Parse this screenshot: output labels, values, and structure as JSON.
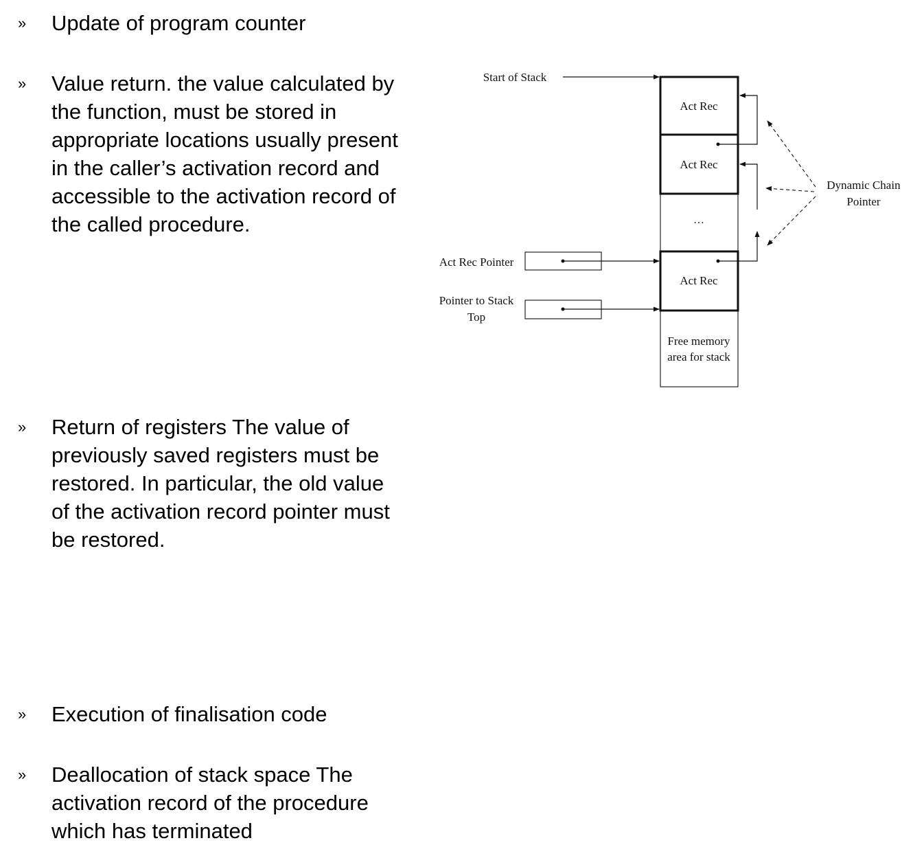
{
  "bullets": [
    {
      "marker": "»",
      "lines": [
        "Update of program counter"
      ]
    },
    {
      "marker": "»",
      "lines": [
        "Value return. the value calculated by",
        "the function, must be stored in",
        "appropriate locations usually present",
        "in the caller’s activation record and",
        "accessible to the activation record of",
        "the called procedure."
      ]
    },
    {
      "marker": "»",
      "lines": [
        "Return of registers The value of",
        "previously saved registers must be",
        "restored. In particular, the old value",
        "of the activation record pointer must",
        "be restored."
      ]
    },
    {
      "marker": "»",
      "lines": [
        "Execution of finalisation code"
      ]
    },
    {
      "marker": "»",
      "lines": [
        "Deallocation of stack space The",
        "activation record of the procedure",
        "which has terminated"
      ]
    }
  ],
  "diagram": {
    "start_of_stack": "Start of Stack",
    "record_1": "Act Rec",
    "record_2": "Act Rec",
    "ellipsis": "…",
    "record_3": "Act Rec",
    "free_memory_line1": "Free memory",
    "free_memory_line2": "area for stack",
    "act_rec_pointer": "Act Rec Pointer",
    "stack_top_line1": "Pointer to Stack",
    "stack_top_line2": "Top",
    "dynamic_chain_line1": "Dynamic Chain",
    "dynamic_chain_line2": "Pointer"
  }
}
